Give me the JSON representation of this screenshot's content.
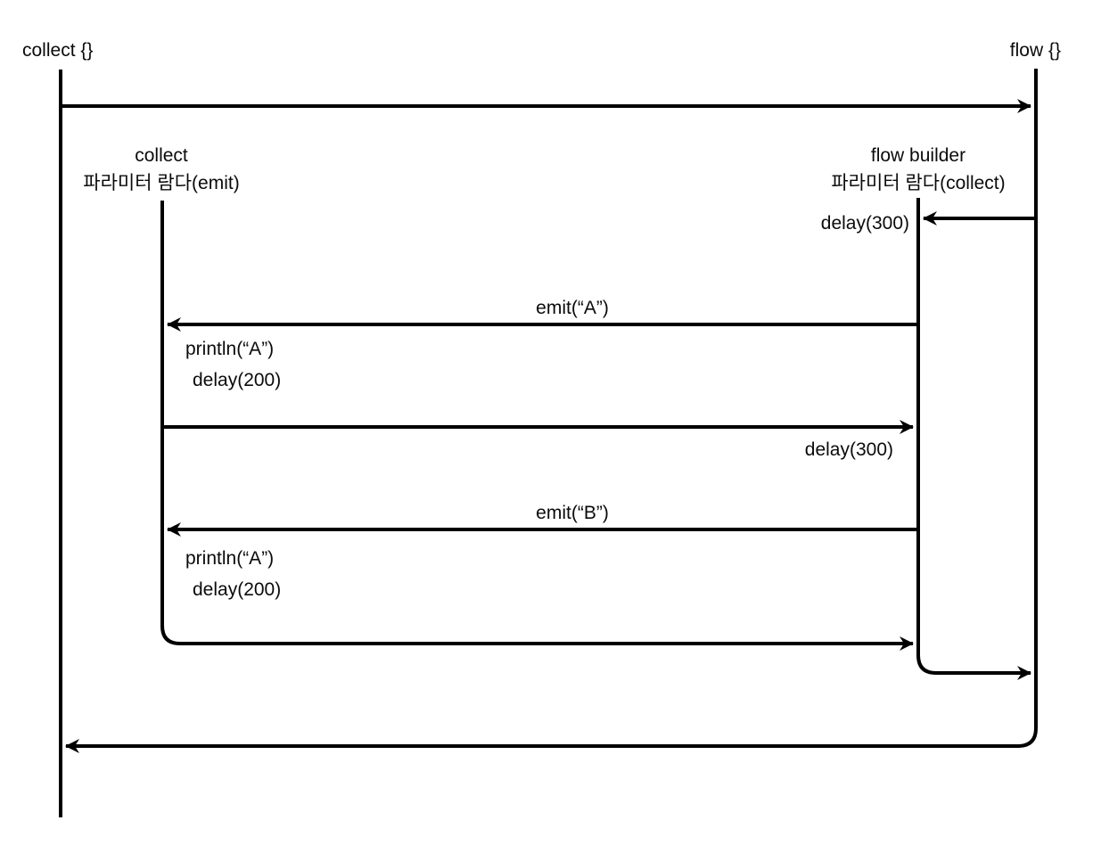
{
  "diagram": {
    "type": "sequence-diagram",
    "background_color": "#ffffff",
    "line_color": "#000000",
    "text_color": "#0b0b0b",
    "participants": [
      {
        "id": "collect",
        "label": "collect {}"
      },
      {
        "id": "flow",
        "label": "flow {}"
      },
      {
        "id": "collect-lambda",
        "label_line1": "collect",
        "label_line2": "파라미터 람다(emit)"
      },
      {
        "id": "flow-builder-lambda",
        "label_line1": "flow builder",
        "label_line2": "파라미터 람다(collect)"
      }
    ],
    "messages": [
      {
        "from": "collect",
        "to": "flow",
        "label": ""
      },
      {
        "from": "flow",
        "to": "flow-builder-lambda",
        "label": "delay(300)"
      },
      {
        "from": "flow-builder-lambda",
        "to": "collect-lambda",
        "label": "emit(“A”)"
      },
      {
        "from": "collect-lambda",
        "to": "flow-builder-lambda",
        "label": "delay(300)",
        "notes": [
          "println(“A”)",
          "delay(200)"
        ]
      },
      {
        "from": "flow-builder-lambda",
        "to": "collect-lambda",
        "label": "emit(“B”)"
      },
      {
        "from": "collect-lambda",
        "to": "flow-builder-lambda",
        "label": "",
        "notes": [
          "println(“A”)",
          "delay(200)"
        ]
      },
      {
        "from": "flow-builder-lambda",
        "to": "flow",
        "label": ""
      },
      {
        "from": "flow",
        "to": "collect",
        "label": ""
      }
    ],
    "labels": {
      "collect_header": "collect {}",
      "flow_header": "flow {}",
      "collect_lambda_line1": "collect",
      "collect_lambda_line2": "파라미터 람다(emit)",
      "flow_builder_line1": "flow builder",
      "flow_builder_line2": "파라미터 람다(collect)",
      "delay300_first": "delay(300)",
      "emit_a": "emit(“A”)",
      "println_a_first": "println(“A”)",
      "delay200_first": "delay(200)",
      "delay300_second": "delay(300)",
      "emit_b": "emit(“B”)",
      "println_a_second": "println(“A”)",
      "delay200_second": "delay(200)"
    }
  }
}
